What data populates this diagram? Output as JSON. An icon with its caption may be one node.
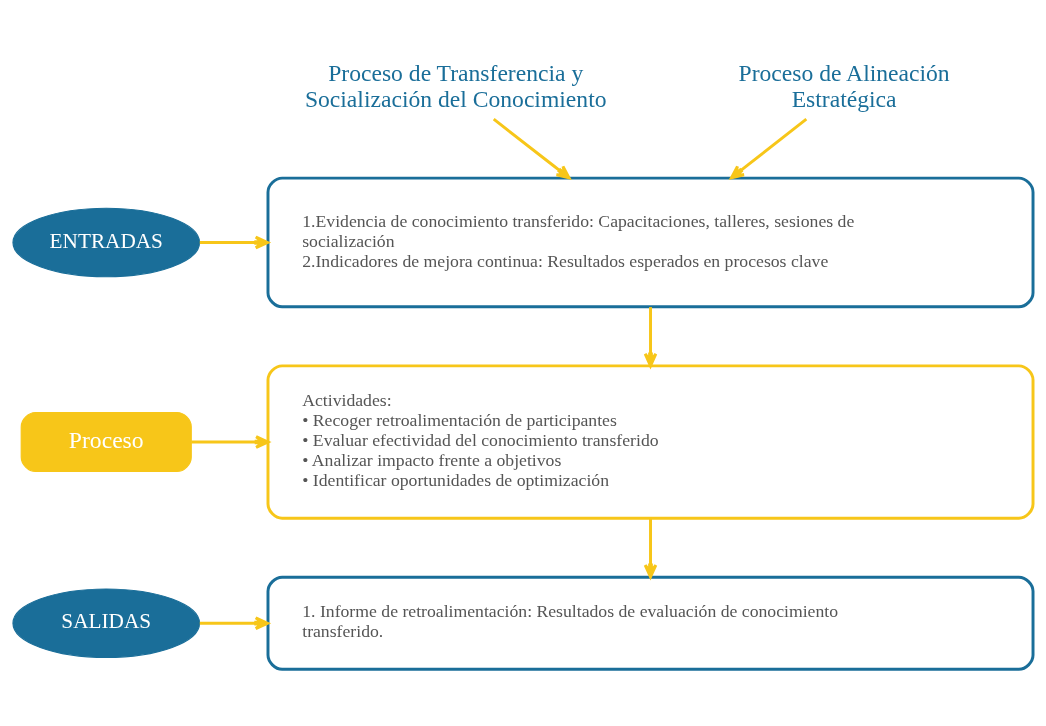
{
  "diagram": {
    "nodes": [
      {
        "text": [
          "Proceso de Transferencia y Socialización del Conocimiento"
        ]
      },
      {
        "text": [
          "Proceso de Alineación Estratégica"
        ]
      },
      {
        "text": [
          "ENTRADAS"
        ]
      },
      {
        "text": [
          "1.Evidencia de conocimiento transferido: Capacitaciones, talleres, sesiones de socialización",
          "2.Indicadores de mejora continua: Resultados esperados en procesos clave"
        ]
      },
      {
        "text": [
          "Proceso"
        ]
      },
      {
        "text": [
          "Actividades:",
          "• Recoger retroalimentación de participantes",
          "• Evaluar efectividad del conocimiento transferido",
          "• Analizar impacto frente a objetivos",
          "• Identificar oportunidades de optimización"
        ]
      },
      {
        "text": [
          "SALIDAS"
        ]
      },
      {
        "text": [
          "1. Informe de retroalimentación: Resultados de evaluación de conocimiento transferido."
        ]
      }
    ],
    "edges": [
      {
        "from": 0,
        "to": 3,
        "arrow": "to"
      },
      {
        "from": 1,
        "to": 3,
        "arrow": "to"
      },
      {
        "from": 2,
        "to": 3,
        "arrow": "to"
      },
      {
        "from": 3,
        "to": 5,
        "arrow": "to"
      },
      {
        "from": 4,
        "to": 5,
        "arrow": "to"
      },
      {
        "from": 5,
        "to": 7,
        "arrow": "to"
      },
      {
        "from": 6,
        "to": 7,
        "arrow": "to"
      }
    ]
  }
}
